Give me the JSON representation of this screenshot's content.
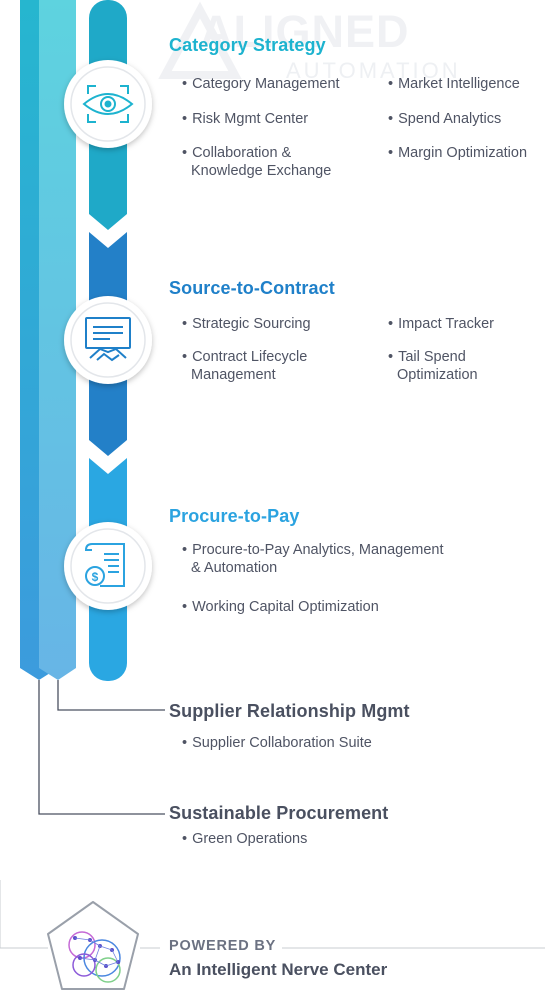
{
  "watermark": {
    "brand": "ALIGNED",
    "sub": "AUTOMATION"
  },
  "sections": [
    {
      "title": "Category Strategy",
      "color": "#1db3cf",
      "icon": "eye-scan-icon",
      "items": [
        "Category Management",
        "Market Intelligence",
        "Risk Mgmt Center",
        "Spend Analytics",
        "Collaboration &",
        "Knowledge Exchange",
        "Margin Optimization"
      ]
    },
    {
      "title": "Source-to-Contract",
      "color": "#1f80c9",
      "icon": "contract-handshake-icon",
      "items": [
        "Strategic Sourcing",
        "Impact Tracker",
        "Contract Lifecycle",
        "Management",
        "Tail Spend",
        "Optimization"
      ]
    },
    {
      "title": "Procure-to-Pay",
      "color": "#2ba3e0",
      "icon": "invoice-dollar-icon",
      "items": [
        "Procure-to-Pay Analytics, Management",
        "& Automation",
        "Working Capital Optimization"
      ]
    },
    {
      "title": "Supplier Relationship Mgmt",
      "color": "#4a5060",
      "items": [
        "Supplier Collaboration Suite"
      ]
    },
    {
      "title": "Sustainable Procurement",
      "color": "#4a5060",
      "items": [
        "Green Operations"
      ]
    }
  ],
  "footer": {
    "powered_by": "POWERED BY",
    "tagline": "An Intelligent Nerve Center",
    "icon": "neural-network-icon"
  },
  "colors": {
    "teal": "#1db3cf",
    "blue": "#1f80c9",
    "light_blue": "#2ba3e0",
    "text": "#4f5464"
  }
}
